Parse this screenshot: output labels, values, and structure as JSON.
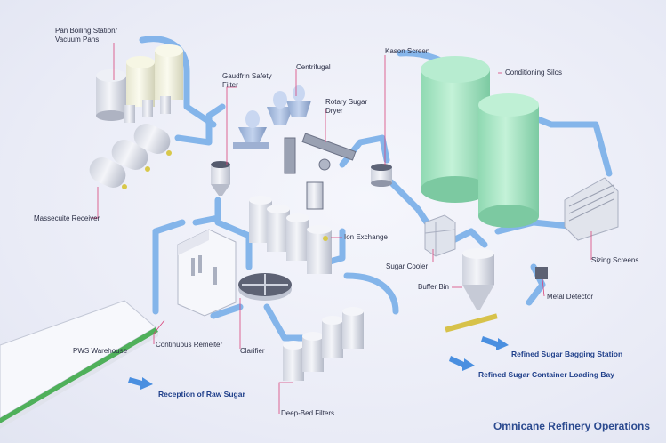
{
  "title": "Omnicane Refinery Operations",
  "colors": {
    "pipe": "#7fb2ea",
    "pipe_edge": "#5a92d6",
    "silo": "#9ee6bf",
    "leader": "#d9437a",
    "arrow_out": "#4a8fe0",
    "label_out": "#1f3f8a"
  },
  "labels": {
    "pan_boiling": [
      "Pan Boiling Station/",
      "Vacuum Pans"
    ],
    "gaudfrin": [
      "Gaudfrin Safety",
      "Filter"
    ],
    "centrifugal": "Centrifugal",
    "kason": "Kason Screen",
    "conditioning": "Conditioning Silos",
    "rotary_dryer": [
      "Rotary Sugar",
      "Dryer"
    ],
    "massecuite": "Massecuite Receiver",
    "ion_exchange": "Ion Exchange",
    "sugar_cooler": "Sugar Cooler",
    "sizing": "Sizing Screens",
    "buffer_bin": "Buffer Bin",
    "metal_detector": "Metal Detector",
    "pws_warehouse": "PWS Warehouse",
    "continuous_remelter": "Continuous Remelter",
    "clarifier": "Clarifier",
    "deep_bed": "Deep-Bed Filters",
    "bagging": "Refined Sugar Bagging Station",
    "container_bay": "Refined Sugar Container Loading Bay",
    "raw_sugar": "Reception of Raw Sugar"
  }
}
